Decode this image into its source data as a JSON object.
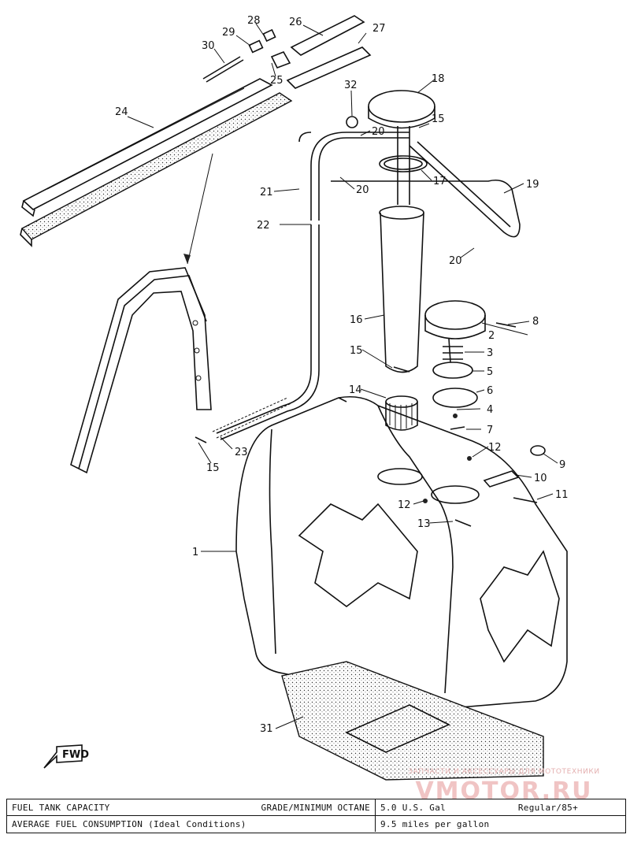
{
  "diagram": {
    "callouts": [
      {
        "id": "c1",
        "label": "1"
      },
      {
        "id": "c2",
        "label": "2"
      },
      {
        "id": "c3",
        "label": "3"
      },
      {
        "id": "c4",
        "label": "4"
      },
      {
        "id": "c5",
        "label": "5"
      },
      {
        "id": "c6",
        "label": "6"
      },
      {
        "id": "c7",
        "label": "7"
      },
      {
        "id": "c8",
        "label": "8"
      },
      {
        "id": "c9",
        "label": "9"
      },
      {
        "id": "c10",
        "label": "10"
      },
      {
        "id": "c11",
        "label": "11"
      },
      {
        "id": "c12a",
        "label": "12"
      },
      {
        "id": "c12b",
        "label": "12"
      },
      {
        "id": "c13",
        "label": "13"
      },
      {
        "id": "c14",
        "label": "14"
      },
      {
        "id": "c15a",
        "label": "15"
      },
      {
        "id": "c15b",
        "label": "15"
      },
      {
        "id": "c15c",
        "label": "15"
      },
      {
        "id": "c16",
        "label": "16"
      },
      {
        "id": "c17",
        "label": "17"
      },
      {
        "id": "c18",
        "label": "18"
      },
      {
        "id": "c19",
        "label": "19"
      },
      {
        "id": "c20a",
        "label": "20"
      },
      {
        "id": "c20b",
        "label": "20"
      },
      {
        "id": "c20c",
        "label": "20"
      },
      {
        "id": "c21",
        "label": "21"
      },
      {
        "id": "c22",
        "label": "22"
      },
      {
        "id": "c23",
        "label": "23"
      },
      {
        "id": "c24",
        "label": "24"
      },
      {
        "id": "c25",
        "label": "25"
      },
      {
        "id": "c26",
        "label": "26"
      },
      {
        "id": "c27",
        "label": "27"
      },
      {
        "id": "c28",
        "label": "28"
      },
      {
        "id": "c29",
        "label": "29"
      },
      {
        "id": "c30",
        "label": "30"
      },
      {
        "id": "c31",
        "label": "31"
      },
      {
        "id": "c32",
        "label": "32"
      }
    ],
    "fwd_label": "FWD"
  },
  "spec_table": {
    "row1": {
      "label": "FUEL TANK CAPACITY",
      "grade_label": "GRADE/MINIMUM OCTANE",
      "capacity": "5.0 U.S. Gal",
      "grade": "Regular/85+"
    },
    "row2": {
      "label": "AVERAGE FUEL CONSUMPTION (Ideal Conditions)",
      "value": "9.5 miles per gallon"
    }
  },
  "watermark": {
    "line1": "ЗАПЧАСТИ И АКСЕССУАРЫ ДЛЯ МОТОТЕХНИКИ",
    "line2": "VMOTOR.RU"
  }
}
